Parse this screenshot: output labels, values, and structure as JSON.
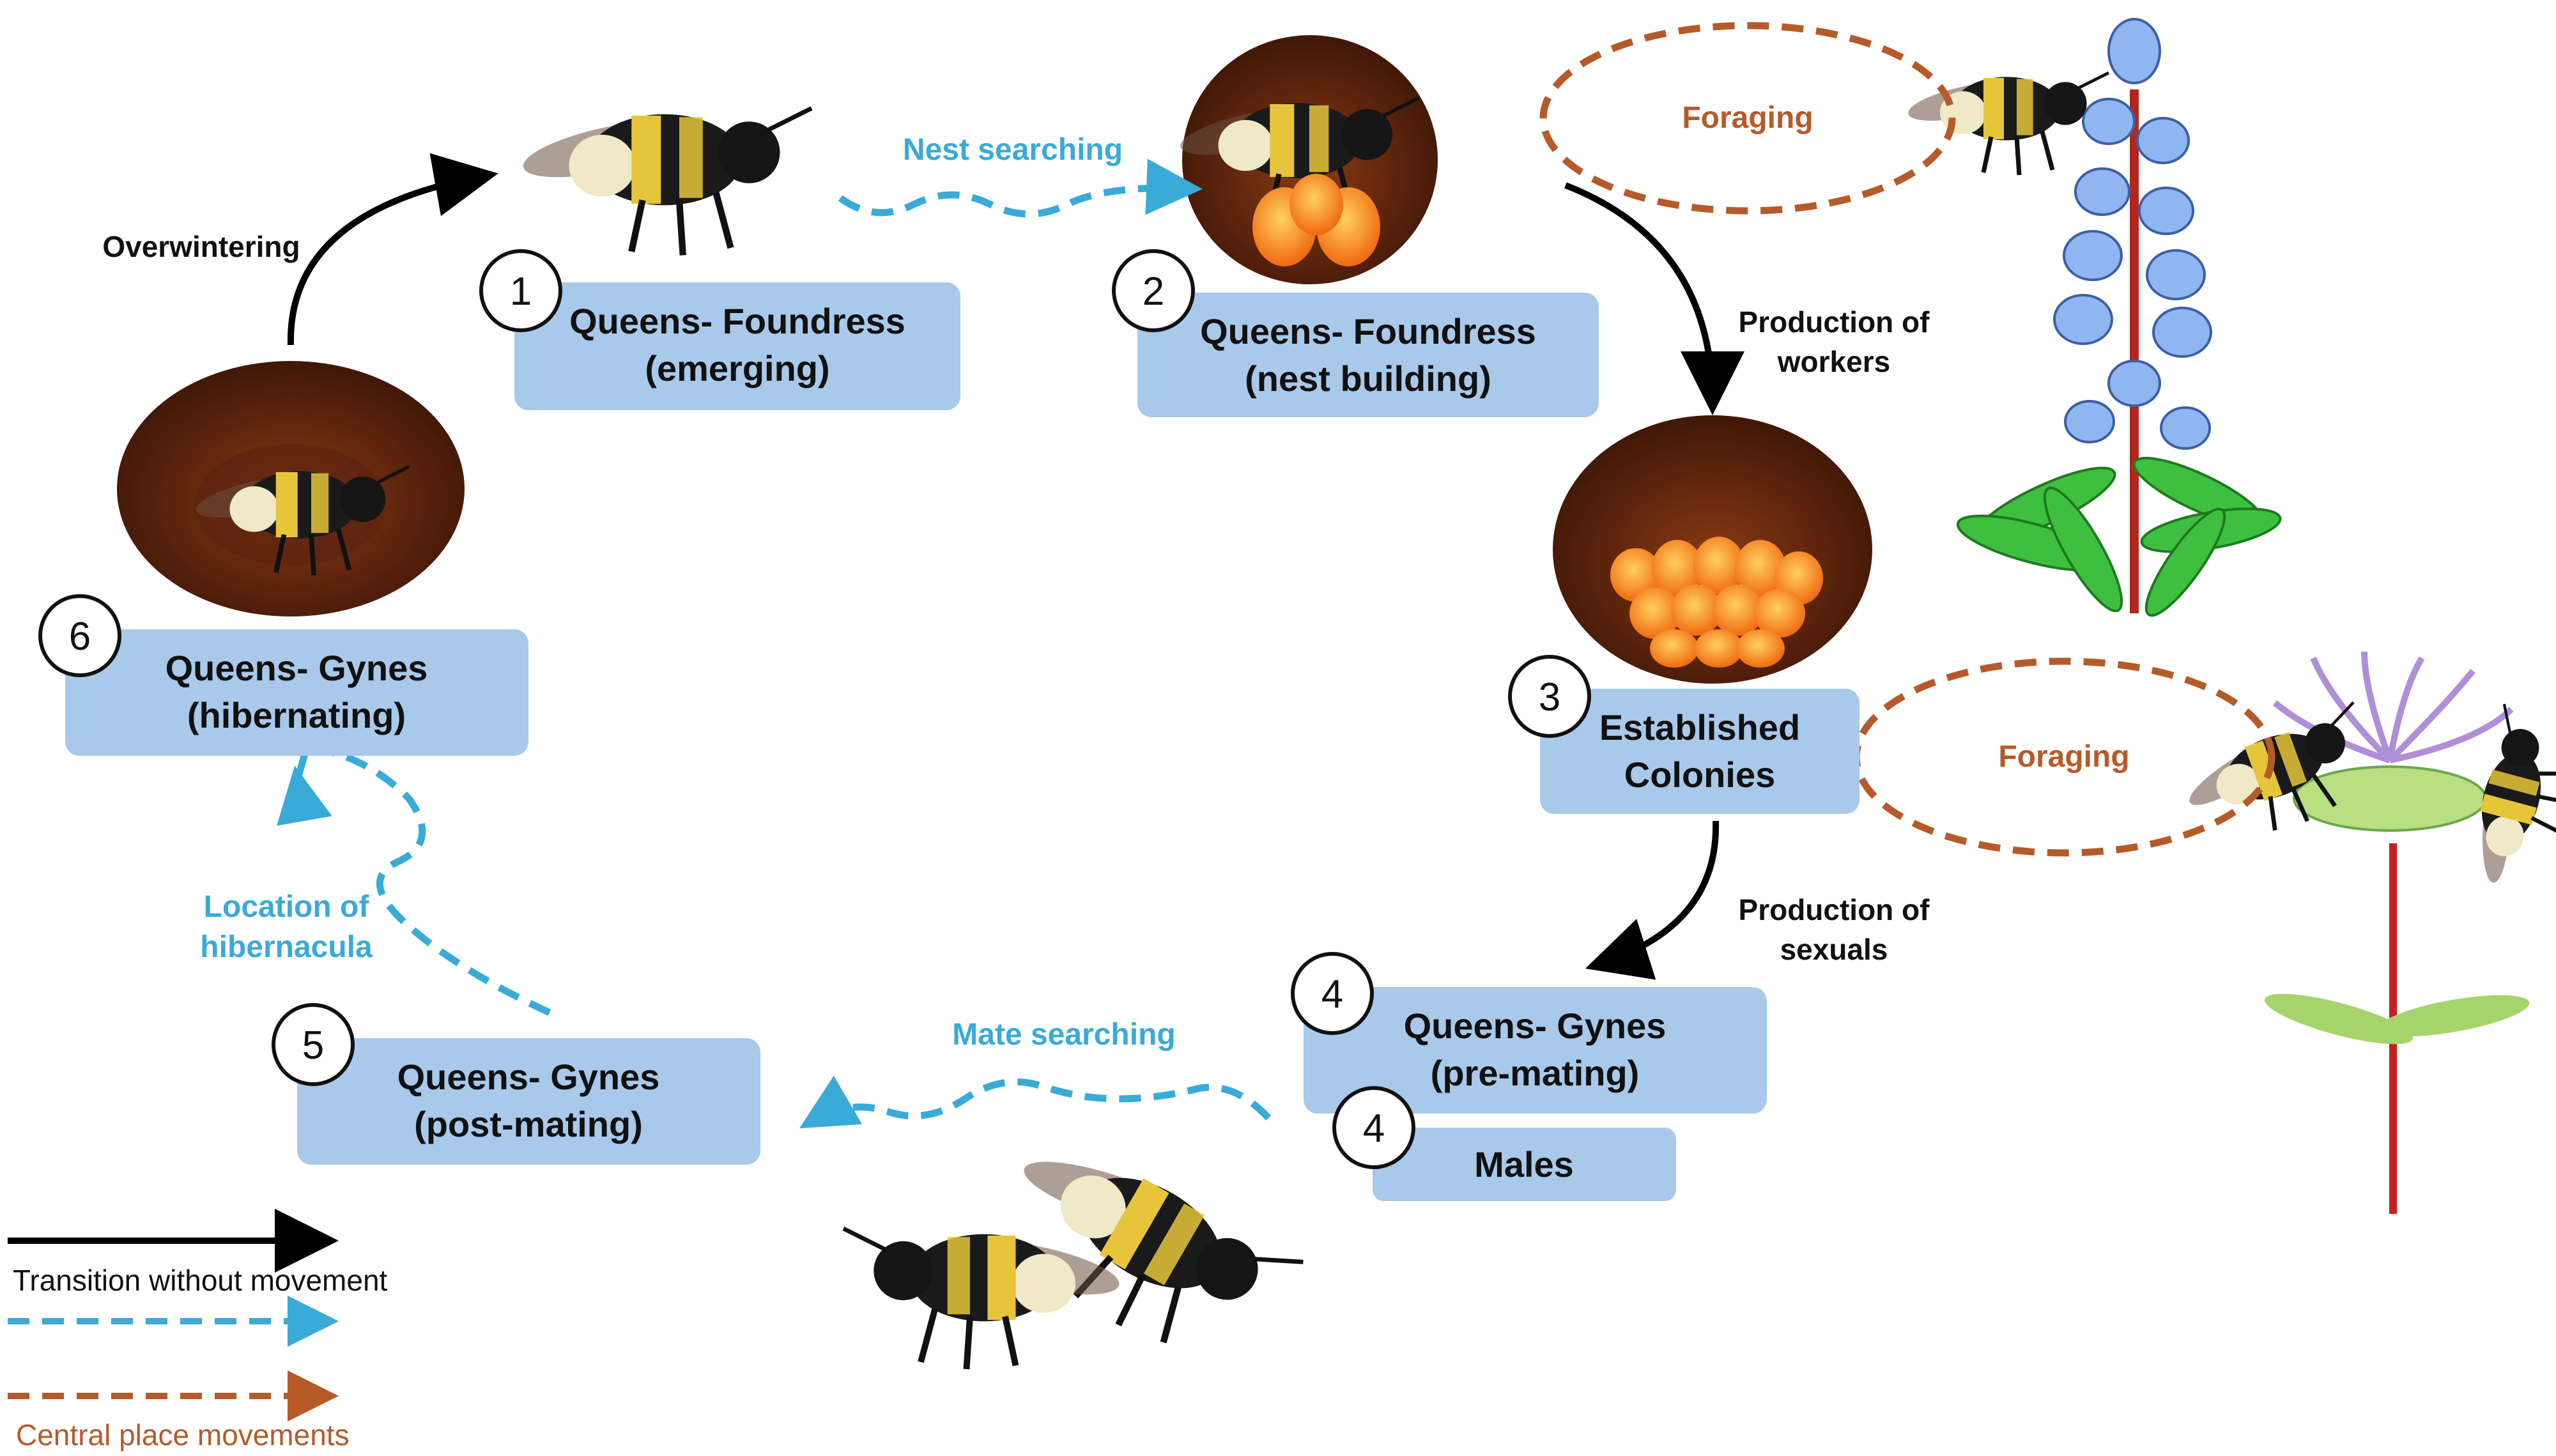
{
  "colors": {
    "box_fill": "#a9c9ea",
    "black_arrow": "#000000",
    "blue_dashed": "#3aaad8",
    "orange_dashed": "#b65a2a",
    "nest_bg": "#4a1c0a"
  },
  "stages": [
    {
      "number": "1",
      "line1": "Queens- Foundress",
      "line2": "(emerging)"
    },
    {
      "number": "2",
      "line1": "Queens- Foundress",
      "line2": "(nest building)"
    },
    {
      "number": "3",
      "line1": "Established",
      "line2": "Colonies"
    },
    {
      "number": "4",
      "line1": "Queens- Gynes",
      "line2": "(pre-mating)"
    },
    {
      "number": "4",
      "line1": "Males"
    },
    {
      "number": "5",
      "line1": "Queens- Gynes",
      "line2": "(post-mating)"
    },
    {
      "number": "6",
      "line1": "Queens- Gynes",
      "line2": "(hibernating)"
    }
  ],
  "transitions": {
    "overwintering": "Overwintering",
    "nest_searching": "Nest searching",
    "production_of_workers": [
      "Production of",
      "workers"
    ],
    "production_of_sexuals": [
      "Production of",
      "sexuals"
    ],
    "mate_searching": "Mate searching",
    "location_of_hibernacula": [
      "Location of",
      "hibernacula"
    ],
    "foraging_1": "Foraging",
    "foraging_2": "Foraging"
  },
  "legend": {
    "black": "Transition without movement",
    "blue": "",
    "orange": "Central place movements"
  },
  "illustrations": [
    "bumble-bee",
    "nest-with-brood",
    "lupine-flower",
    "bee-balm-flower",
    "mating-bees"
  ]
}
